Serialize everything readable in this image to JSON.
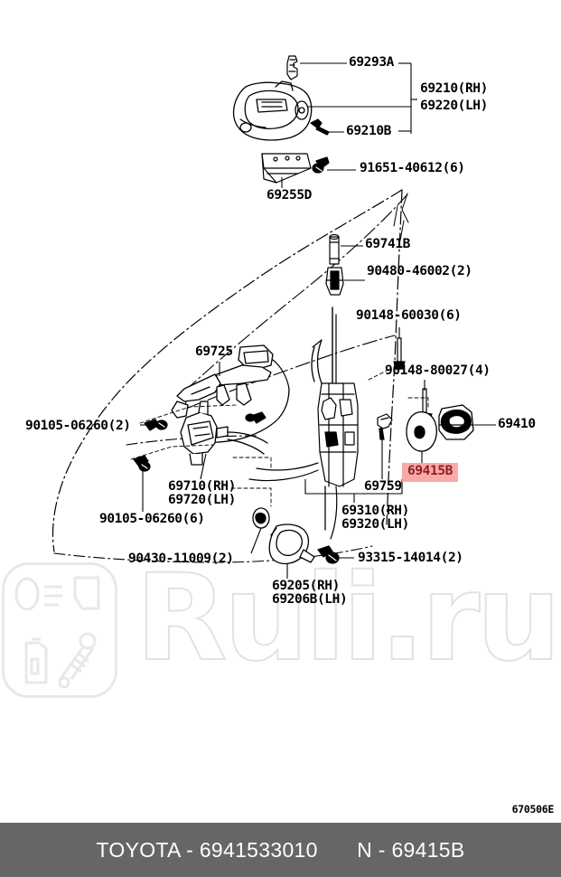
{
  "diagram": {
    "id_code": "670506E",
    "title": "Front door lock & handle parts diagram",
    "background_color": "#ffffff",
    "line_color": "#000000",
    "highlight_bg": "#f9a9a9",
    "highlight_text_color": "#8e1f1f"
  },
  "labels": [
    {
      "key": "l_69293a",
      "text": "69293A"
    },
    {
      "key": "l_69210rh",
      "text": "69210(RH)"
    },
    {
      "key": "l_69220lh",
      "text": "69220(LH)"
    },
    {
      "key": "l_69210b",
      "text": "69210B"
    },
    {
      "key": "l_91651",
      "text": "91651-40612(6)"
    },
    {
      "key": "l_69255d",
      "text": "69255D"
    },
    {
      "key": "l_69741b",
      "text": "69741B"
    },
    {
      "key": "l_90480",
      "text": "90480-46002(2)"
    },
    {
      "key": "l_9014860",
      "text": "90148-60030(6)"
    },
    {
      "key": "l_9014880",
      "text": "90148-80027(4)"
    },
    {
      "key": "l_69725",
      "text": "69725"
    },
    {
      "key": "l_69410",
      "text": "69410"
    },
    {
      "key": "l_9010506260_2",
      "text": "90105-06260(2)"
    },
    {
      "key": "l_9010506260_6",
      "text": "90105-06260(6)"
    },
    {
      "key": "l_69710rh",
      "text": "69710(RH)"
    },
    {
      "key": "l_69720lh",
      "text": "69720(LH)"
    },
    {
      "key": "l_69415b",
      "text": "69415B"
    },
    {
      "key": "l_69759",
      "text": "69759"
    },
    {
      "key": "l_69310rh",
      "text": "69310(RH)"
    },
    {
      "key": "l_69320lh",
      "text": "69320(LH)"
    },
    {
      "key": "l_90430",
      "text": "90430-11009(2)"
    },
    {
      "key": "l_93315",
      "text": "93315-14014(2)"
    },
    {
      "key": "l_69205rh",
      "text": "69205(RH)"
    },
    {
      "key": "l_69206blh",
      "text": "69206B(LH)"
    }
  ],
  "watermark": {
    "text": "Ruli.ru",
    "color": "#e2e2e2"
  },
  "footer": {
    "brand": "TOYOTA",
    "separator_1": "-",
    "part_number": "6941533010",
    "prefix": "N",
    "separator_2": "-",
    "highlighted_part": "69415B",
    "background_color": "#666666",
    "text_color": "#ffffff"
  }
}
